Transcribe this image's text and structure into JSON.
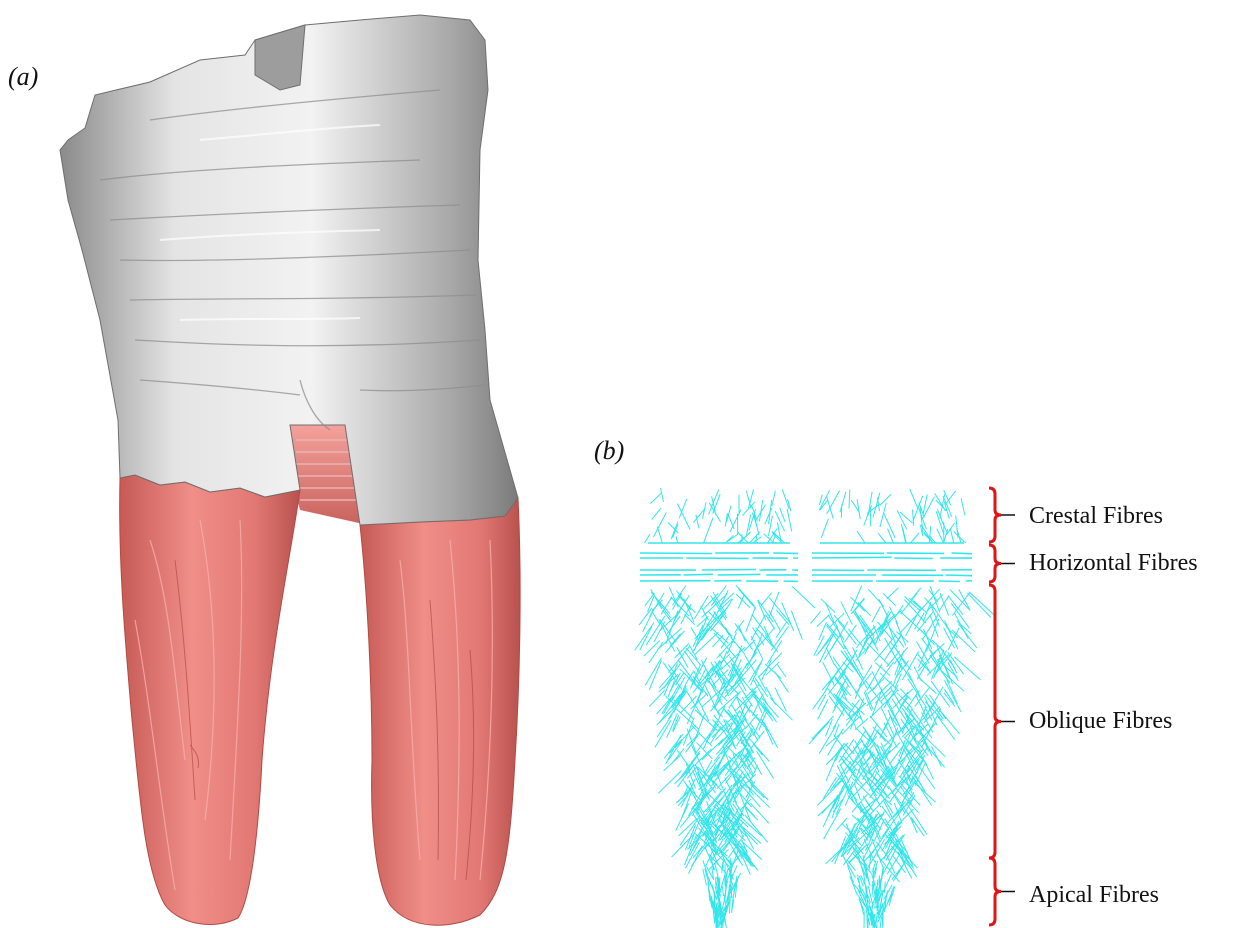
{
  "figure": {
    "panel_a_label": "(a)",
    "panel_b_label": "(b)"
  },
  "fibre_groups": [
    {
      "label": "Crestal Fibres"
    },
    {
      "label": "Horizontal Fibres"
    },
    {
      "label": "Oblique Fibres"
    },
    {
      "label": "Apical Fibres"
    }
  ],
  "colors": {
    "crown": "#c8c8c8",
    "root": "#e57f7a",
    "fibres": "#33e6ea",
    "brace": "#e01515"
  }
}
